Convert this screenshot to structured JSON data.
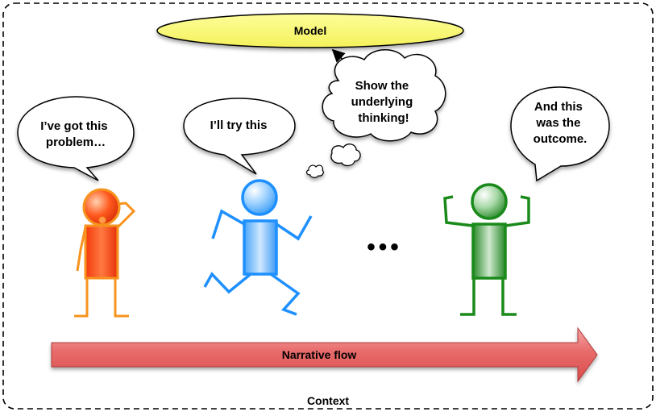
{
  "diagram": {
    "model_label": "Model",
    "thought_bubble": [
      "Show the",
      "underlying",
      "thinking!"
    ],
    "speech_problem": [
      "I’ve got this",
      "problem…"
    ],
    "speech_try": [
      "I’ll try this"
    ],
    "speech_outcome": [
      "And this",
      "was the",
      "outcome."
    ],
    "ellipsis": "•••",
    "narrative_label": "Narrative flow",
    "context_label": "Context"
  },
  "colors": {
    "figure_problem": "#f7931e",
    "figure_problem_fill": "#f0400e",
    "figure_try": "#1e90ff",
    "figure_try_fill": "#8cc8ff",
    "figure_outcome": "#1a8a1a",
    "figure_outcome_fill": "#4aa84a",
    "model_fill": "#fafa7a",
    "arrow_fill": "#e86060",
    "frame": "#000000"
  }
}
